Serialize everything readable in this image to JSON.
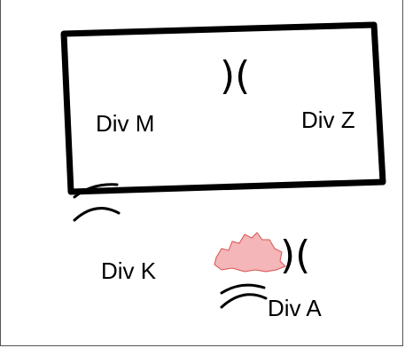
{
  "diagram": {
    "labels": {
      "div_m": "Div M",
      "div_z": "Div Z",
      "div_k": "Div K",
      "div_a": "Div A"
    },
    "symbols": {
      "top_bracket_pair": ")(",
      "bottom_bracket_pair": ")("
    },
    "colors": {
      "stroke": "#000000",
      "blob_fill": "#f4b6b8",
      "blob_stroke": "#d9534f"
    }
  }
}
